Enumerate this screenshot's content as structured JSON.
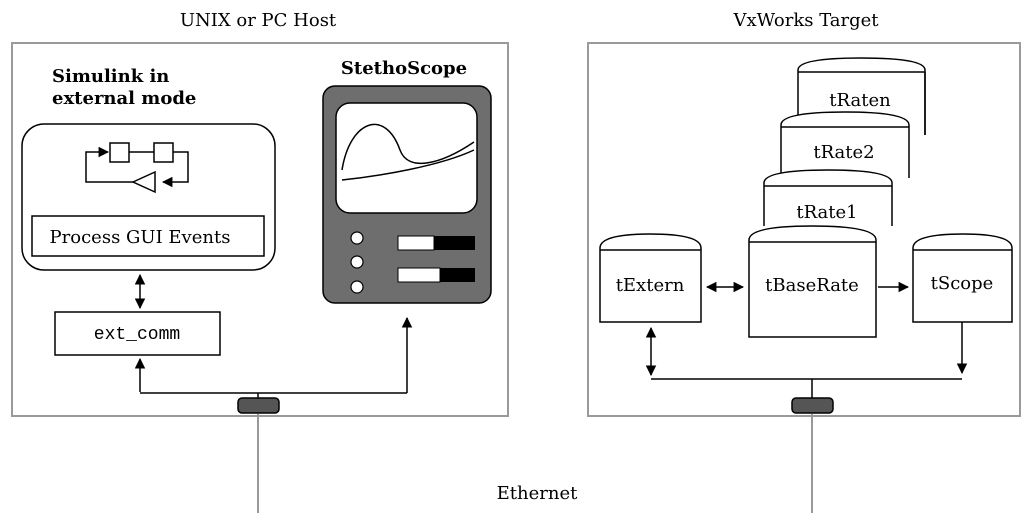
{
  "host": {
    "title": "UNIX or PC Host",
    "simulink_label_line1": "Simulink in",
    "simulink_label_line2": "external mode",
    "process_gui_label": "Process GUI Events",
    "ext_comm_label": "ext_comm",
    "scope_title": "StethoScope"
  },
  "target": {
    "title": "VxWorks Target",
    "tasks": {
      "raten": "tRaten",
      "rate2": "tRate2",
      "rate1": "tRate1",
      "base": "tBaseRate",
      "extern": "tExtern",
      "scope": "tScope"
    }
  },
  "network": {
    "label": "Ethernet"
  },
  "colors": {
    "box_border": "#9a9a9a",
    "stroke": "#000000",
    "monitor_body": "#6e6e6e",
    "connector": "#555555",
    "wire": "#9a9a9a"
  }
}
